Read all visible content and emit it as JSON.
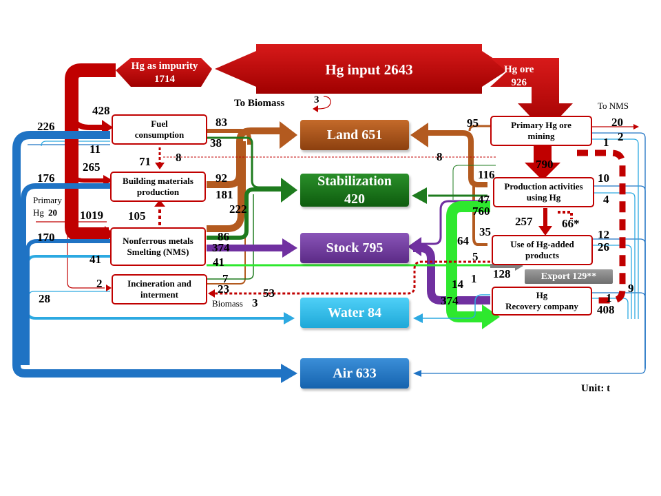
{
  "header": {
    "input_title": "Hg input 2643",
    "impurity": "Hg as  impurity\n1714",
    "ore": "Hg ore\n926"
  },
  "nodes": {
    "fuel": "Fuel\nconsumption",
    "building": "Building  materials\nproduction",
    "nms": "Nonferrous metals\nSmelting (NMS)",
    "incineration": "Incineration  and\ninterment",
    "mining": "Primary  Hg ore\nmining",
    "production": "Production  activities\nusing Hg",
    "products": "Use of Hg-added\nproducts",
    "recovery": "Hg\nRecovery company"
  },
  "sinks": {
    "land": "Land  651",
    "stabilization": "Stabilization\n420",
    "stock": "Stock  795",
    "water": "Water  84",
    "air": "Air 633"
  },
  "export": "Export   129**",
  "texts": {
    "to_biomass": "To Biomass",
    "to_nms": "To NMS",
    "primary_hg": "Primary\nHg",
    "primary_hg_val": "20",
    "biomass_bottom": "Biomass",
    "unit": "Unit:  t"
  },
  "flow_labels": {
    "f428": "428",
    "f226": "226",
    "f11": "11",
    "f265": "265",
    "f176": "176",
    "f1019": "1019",
    "f170": "170",
    "f41a": "41",
    "f2": "2",
    "f28": "28",
    "f71": "71",
    "f8a": "8",
    "f105": "105",
    "f83": "83",
    "f38": "38",
    "f92": "92",
    "f181": "181",
    "f222": "222",
    "f86": "86",
    "f374a": "374",
    "f41b": "41",
    "f7": "7",
    "f23": "23",
    "f53": "53",
    "f3a": "3",
    "f3b": "3",
    "f95": "95",
    "f20": "20",
    "f2b": "2",
    "f1a": "1",
    "f790": "790",
    "f8b": "8",
    "f116": "116",
    "f10": "10",
    "f47": "47",
    "f4": "4",
    "f760": "760",
    "f257": "257",
    "f66": "66*",
    "f35": "35",
    "f64": "64",
    "f12": "12",
    "f26": "26",
    "f5": "5",
    "f128": "128",
    "f1b": "1",
    "f14": "14",
    "f374b": "374",
    "f9": "9",
    "f1c": "1",
    "f408": "408"
  },
  "colors": {
    "red": "#c00000",
    "brown": "#b35a1f",
    "green": "#1e7b1e",
    "purple": "#7030a0",
    "cyan": "#2ca9e1",
    "blue": "#1f73c4",
    "bright_green": "#2ee82e",
    "gray": "#808080"
  }
}
